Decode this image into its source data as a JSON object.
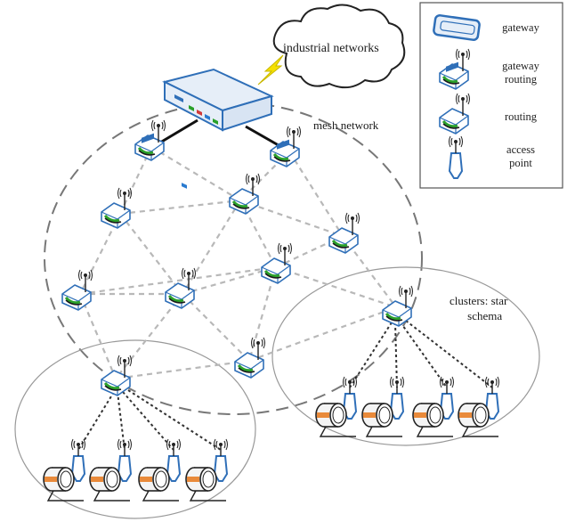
{
  "labels": {
    "cloud": "industrial networks",
    "mesh": "mesh network",
    "clusters_line1": "clusters: star",
    "clusters_line2": "schema"
  },
  "legend": {
    "gateway": "gateway",
    "gateway_routing_line1": "gateway",
    "gateway_routing_line2": "routing",
    "routing": "routing",
    "access_point_line1": "access",
    "access_point_line2": "point"
  },
  "colors": {
    "device_outline": "#2f6fb8",
    "device_fill": "#e6eef8",
    "led_green": "#2aa02a",
    "lightning": "#f5e000",
    "mesh_circle": "#777777",
    "cluster_circle": "#999999",
    "sensor_orange": "#e98a3a"
  }
}
